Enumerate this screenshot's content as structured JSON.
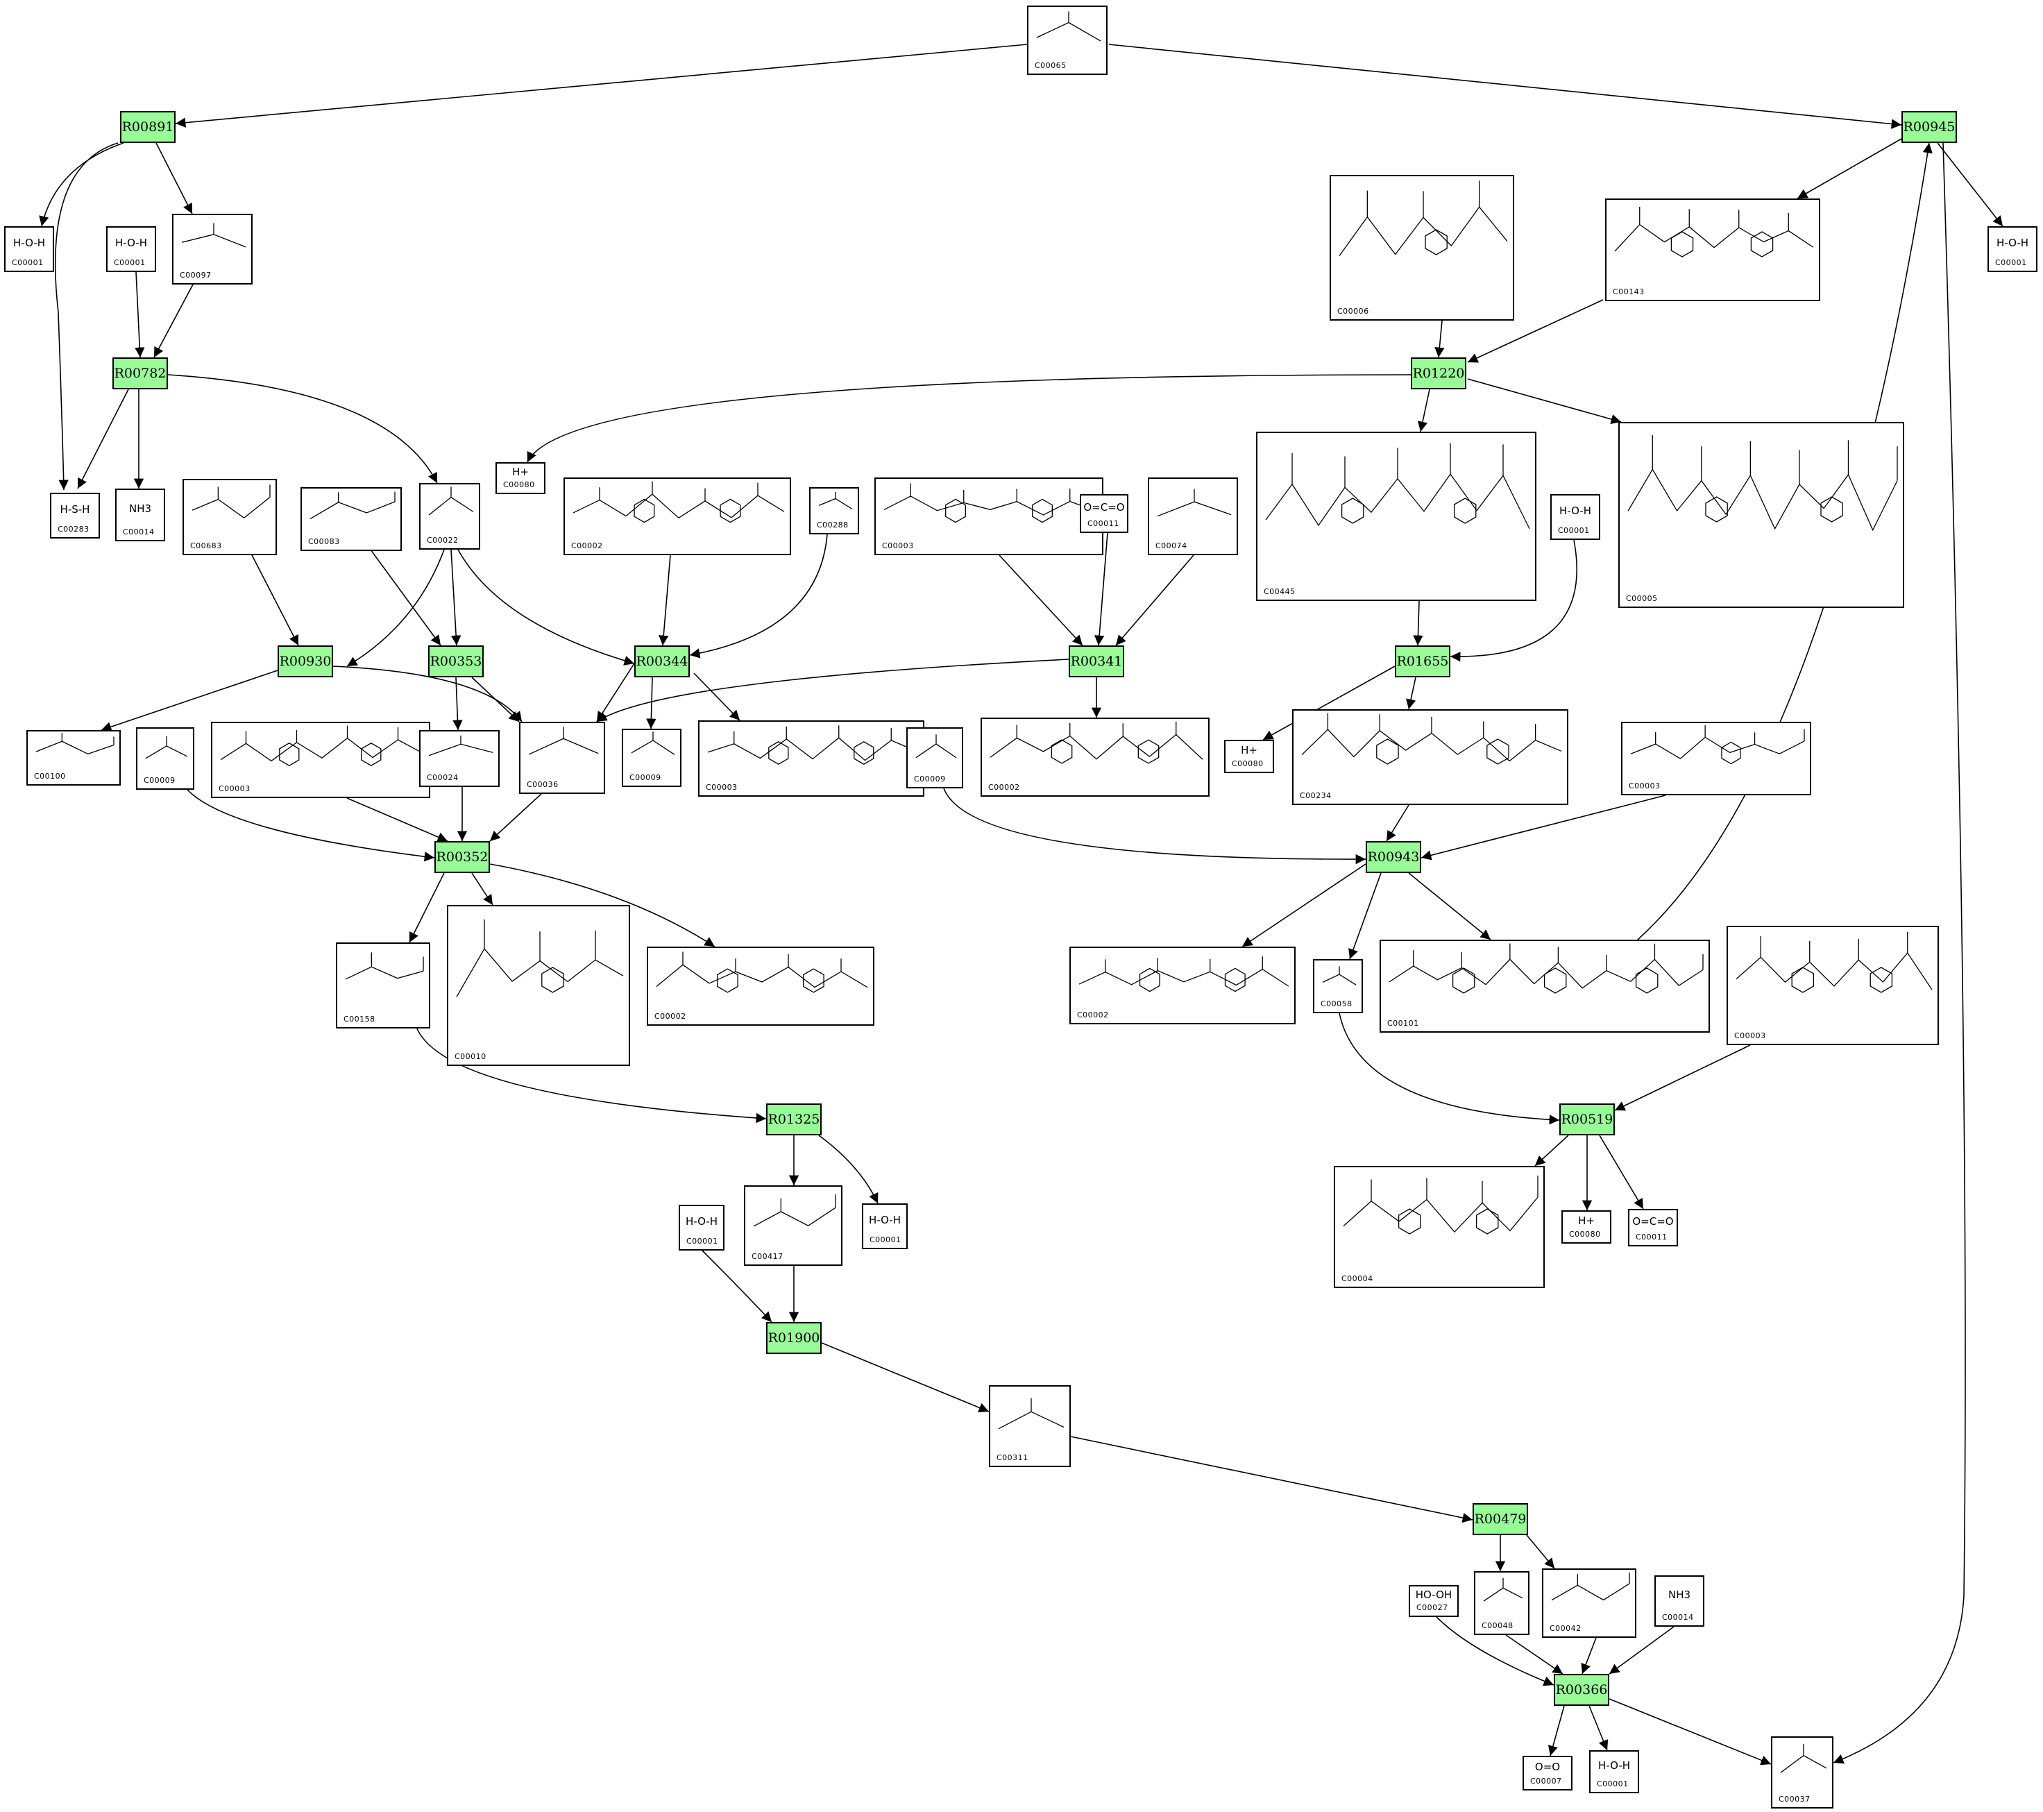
{
  "colors": {
    "reaction_fill": "#98fb98",
    "edge": "#000000",
    "compound_fill": "#ffffff"
  },
  "reactions": [
    {
      "id": "R00891"
    },
    {
      "id": "R00945"
    },
    {
      "id": "R00782"
    },
    {
      "id": "R01220"
    },
    {
      "id": "R00930"
    },
    {
      "id": "R00353"
    },
    {
      "id": "R00344"
    },
    {
      "id": "R00341"
    },
    {
      "id": "R01655"
    },
    {
      "id": "R00352"
    },
    {
      "id": "R00943"
    },
    {
      "id": "R01325"
    },
    {
      "id": "R00519"
    },
    {
      "id": "R01900"
    },
    {
      "id": "R00479"
    },
    {
      "id": "R00366"
    }
  ],
  "compounds": [
    {
      "id": "C00065",
      "label": ""
    },
    {
      "id": "C00001",
      "label": "H-O-H"
    },
    {
      "id": "C00001",
      "label": "H-O-H"
    },
    {
      "id": "C00097",
      "label": ""
    },
    {
      "id": "C00006",
      "label": ""
    },
    {
      "id": "C00143",
      "label": ""
    },
    {
      "id": "C00001",
      "label": "H-O-H"
    },
    {
      "id": "C00283",
      "label": "H-S-H"
    },
    {
      "id": "C00014",
      "label": "NH3"
    },
    {
      "id": "C00683",
      "label": ""
    },
    {
      "id": "C00083",
      "label": ""
    },
    {
      "id": "C00022",
      "label": ""
    },
    {
      "id": "C00080",
      "label": "H+"
    },
    {
      "id": "C00002",
      "label": ""
    },
    {
      "id": "C00288",
      "label": ""
    },
    {
      "id": "C00003",
      "label": ""
    },
    {
      "id": "C00011",
      "label": "O=C=O"
    },
    {
      "id": "C00074",
      "label": ""
    },
    {
      "id": "C00445",
      "label": ""
    },
    {
      "id": "C00001",
      "label": "H-O-H"
    },
    {
      "id": "C00005",
      "label": ""
    },
    {
      "id": "C00100",
      "label": ""
    },
    {
      "id": "C00009",
      "label": ""
    },
    {
      "id": "C00003",
      "label": ""
    },
    {
      "id": "C00024",
      "label": ""
    },
    {
      "id": "C00036",
      "label": ""
    },
    {
      "id": "C00009",
      "label": ""
    },
    {
      "id": "C00003",
      "label": ""
    },
    {
      "id": "C00009",
      "label": ""
    },
    {
      "id": "C00002",
      "label": ""
    },
    {
      "id": "C00080",
      "label": "H+"
    },
    {
      "id": "C00234",
      "label": ""
    },
    {
      "id": "C00003",
      "label": ""
    },
    {
      "id": "C00158",
      "label": ""
    },
    {
      "id": "C00010",
      "label": ""
    },
    {
      "id": "C00002",
      "label": ""
    },
    {
      "id": "C00002",
      "label": ""
    },
    {
      "id": "C00058",
      "label": ""
    },
    {
      "id": "C00101",
      "label": ""
    },
    {
      "id": "C00003",
      "label": ""
    },
    {
      "id": "C00001",
      "label": "H-O-H"
    },
    {
      "id": "C00417",
      "label": ""
    },
    {
      "id": "C00001",
      "label": "H-O-H"
    },
    {
      "id": "C00004",
      "label": ""
    },
    {
      "id": "C00080",
      "label": "H+"
    },
    {
      "id": "C00011",
      "label": "O=C=O"
    },
    {
      "id": "C00311",
      "label": ""
    },
    {
      "id": "C00027",
      "label": "HO-OH"
    },
    {
      "id": "C00048",
      "label": ""
    },
    {
      "id": "C00042",
      "label": ""
    },
    {
      "id": "C00014",
      "label": "NH3"
    },
    {
      "id": "C00007",
      "label": "O=O"
    },
    {
      "id": "C00001",
      "label": "H-O-H"
    },
    {
      "id": "C00037",
      "label": ""
    }
  ]
}
